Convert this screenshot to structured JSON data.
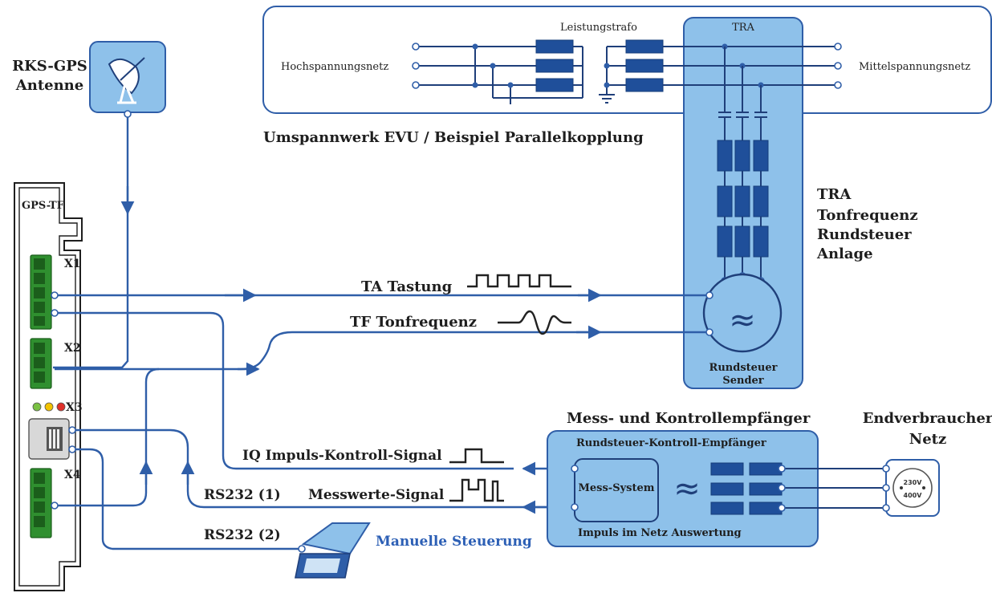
{
  "labels": {
    "rks_gps_line1": "RKS-GPS",
    "rks_gps_line2": "Antenne",
    "gps_tf": "GPS-TF",
    "x1": "X1",
    "x2": "X2",
    "x3": "X3",
    "x4": "X4",
    "hochspannungsnetz": "Hochspannungsnetz",
    "leistungstrafo": "Leistungstrafo",
    "tra_small": "TRA",
    "mittelspannungsnetz": "Mittelspannungsnetz",
    "umspannwerk": "Umspannwerk EVU / Beispiel Parallelkopplung",
    "tra_line1": "TRA",
    "tra_line2": "Tonfrequenz",
    "tra_line3": "Rundsteuer",
    "tra_line4": "Anlage",
    "ta_tastung": "TA Tastung",
    "tf_tonfrequenz": "TF Tonfrequenz",
    "rundsteuer_line1": "Rundsteuer",
    "rundsteuer_line2": "Sender",
    "mess_kontroll": "Mess- und Kontrollempfänger",
    "endverbraucher_line1": "Endverbraucher",
    "endverbraucher_line2": "Netz",
    "rk_empfaenger": "Rundsteuer-Kontroll-Empfänger",
    "mess_system": "Mess-System",
    "impuls_netz": "Impuls im Netz Auswertung",
    "iq_impuls": "IQ Impuls-Kontroll-Signal",
    "rs232_1": "RS232 (1)",
    "messwerte": "Messwerte-Signal",
    "rs232_2": "RS232 (2)",
    "manuelle": "Manuelle Steuerung",
    "socket_230": "230V",
    "socket_400": "400V",
    "approx_symbol": "≈"
  },
  "colors": {
    "wire_blue": "#2f5ea8",
    "box_blue": "#8ec1ea",
    "coil_blue": "#1f4f9a",
    "connector_green": "#2f8f2f",
    "led_green": "#7ac143",
    "led_yellow": "#f2c200",
    "led_red": "#e0302a"
  }
}
